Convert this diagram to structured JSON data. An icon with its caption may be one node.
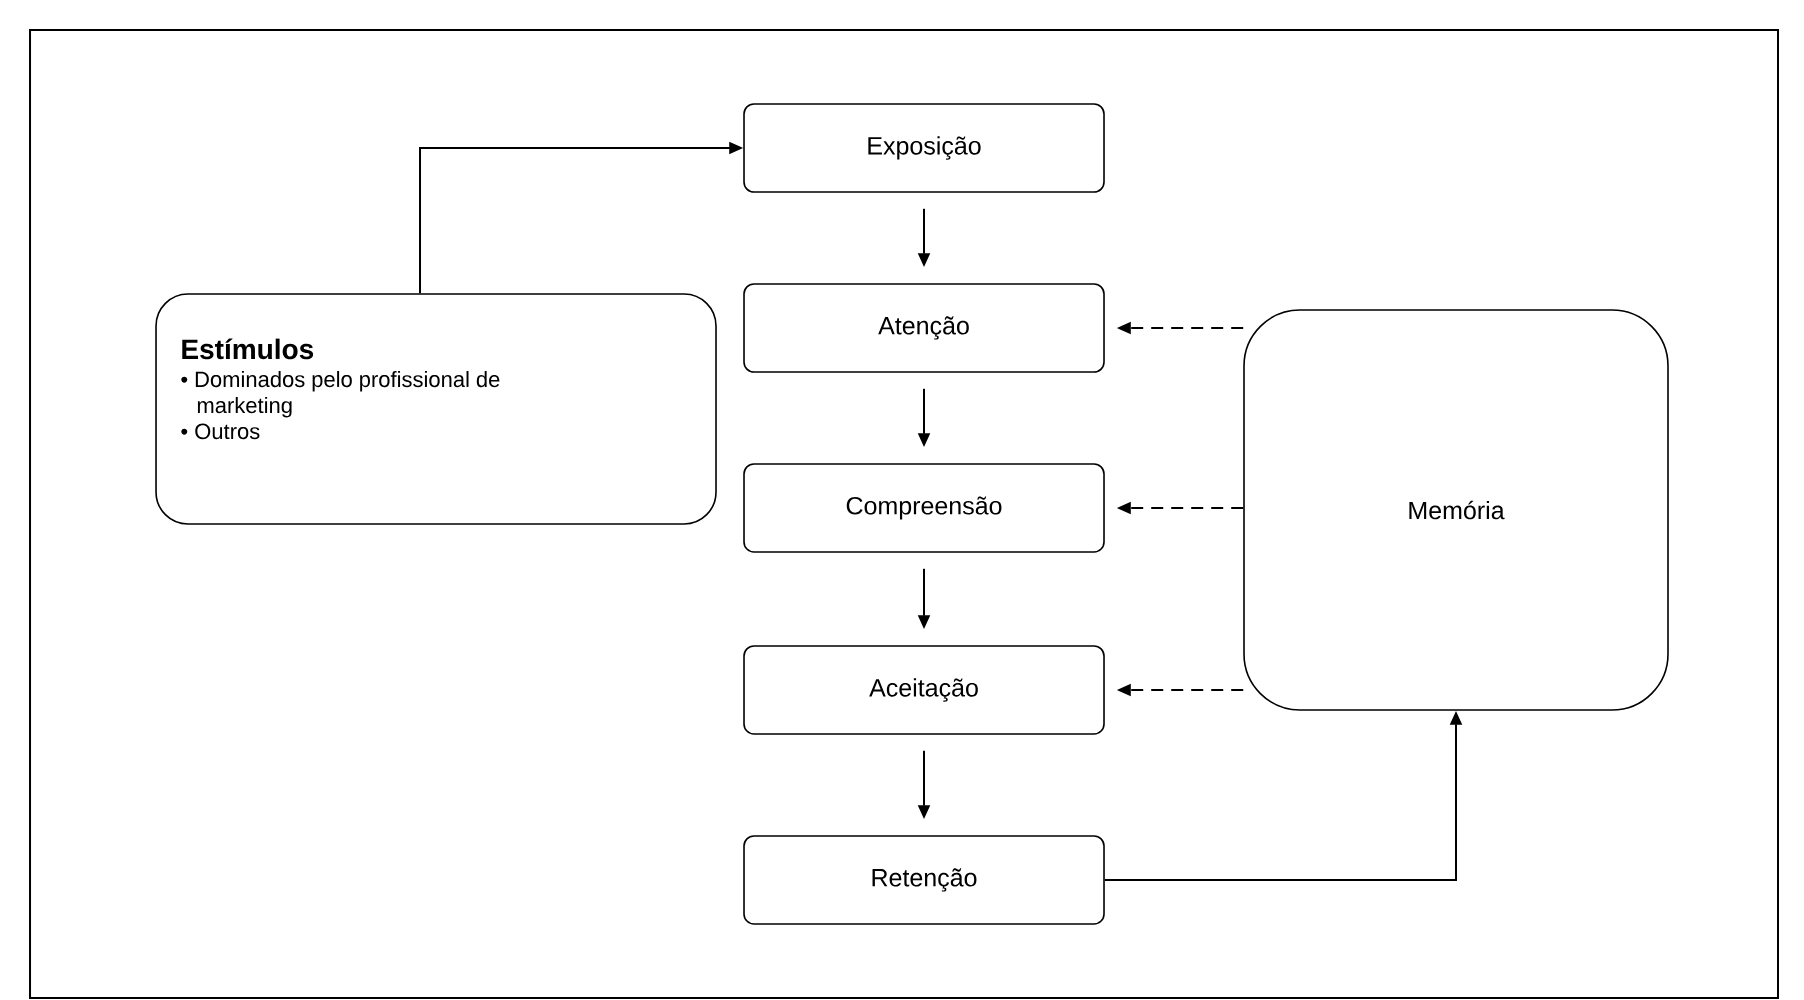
{
  "diagram": {
    "nodes": [
      {
        "text": [
          "Estímulos",
          "• Dominados pelo profissional de marketing",
          "• Outros"
        ]
      },
      {
        "text": [
          "Exposição"
        ]
      },
      {
        "text": [
          "Atenção"
        ]
      },
      {
        "text": [
          "Compreensão"
        ]
      },
      {
        "text": [
          "Aceitação"
        ]
      },
      {
        "text": [
          "Retenção"
        ]
      },
      {
        "text": [
          "Memória"
        ]
      }
    ],
    "edges": [
      {
        "from": 0,
        "to": 1,
        "arrow": "to"
      },
      {
        "from": 1,
        "to": 2,
        "arrow": "to"
      },
      {
        "from": 2,
        "to": 3,
        "arrow": "to"
      },
      {
        "from": 3,
        "to": 4,
        "arrow": "to"
      },
      {
        "from": 4,
        "to": 5,
        "arrow": "to"
      },
      {
        "from": 6,
        "to": 2,
        "arrow": "to",
        "style": "dashed"
      },
      {
        "from": 6,
        "to": 3,
        "arrow": "to",
        "style": "dashed"
      },
      {
        "from": 6,
        "to": 4,
        "arrow": "to",
        "style": "dashed"
      },
      {
        "from": 5,
        "to": 6,
        "arrow": "to"
      }
    ]
  }
}
